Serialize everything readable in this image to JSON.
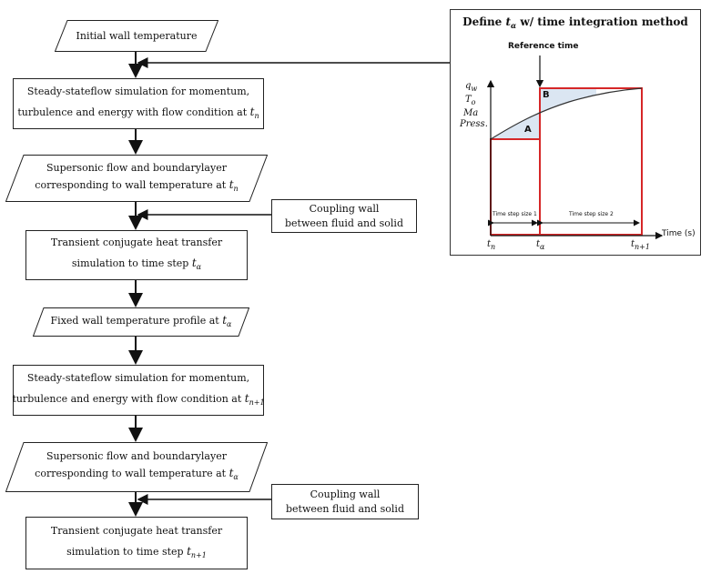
{
  "flowchart": {
    "steps": [
      {
        "lines": [
          "Initial wall temperature"
        ]
      },
      {
        "lines": [
          "Steady-stateflow simulation for momentum,",
          "turbulence and energy with flow condition at "
        ],
        "var": "t",
        "sub": "n"
      },
      {
        "lines": [
          "Supersonic flow and boundarylayer",
          "corresponding to wall temperature at "
        ],
        "var": "t",
        "sub": "n"
      },
      {
        "lines": [
          "Transient conjugate heat transfer",
          "simulation to time step "
        ],
        "var": "t",
        "sub": "α"
      },
      {
        "lines": [
          "Fixed wall temperature profile at "
        ],
        "var": "t",
        "sub": "α"
      },
      {
        "lines": [
          "Steady-stateflow simulation for momentum,",
          "turbulence and energy with flow condition at "
        ],
        "var": "t",
        "sub": "n+1"
      },
      {
        "lines": [
          "Supersonic flow and boundarylayer",
          "corresponding to wall temperature at "
        ],
        "var": "t",
        "sub": "α"
      },
      {
        "lines": [
          "Transient conjugate heat transfer",
          "simulation to time step "
        ],
        "var": "t",
        "sub": "n+1"
      }
    ],
    "coupling_1": [
      "Coupling wall",
      "between fluid and solid"
    ],
    "coupling_2": [
      "Coupling wall",
      "between fluid and solid"
    ]
  },
  "inset": {
    "title_prefix": "Define ",
    "title_var": "t",
    "title_sub": "α",
    "title_suffix": " w/ time integration method",
    "reference_label": "Reference time",
    "y_labels": [
      {
        "var": "q",
        "sub": "w"
      },
      {
        "var": "T",
        "sub": "o"
      },
      {
        "var": "Ma",
        "sub": ""
      },
      {
        "var": "Press.",
        "sub": ""
      }
    ],
    "area_a": "A",
    "area_b": "B",
    "step_size_1": "Time step size 1",
    "step_size_2": "Time step size 2",
    "x_axis_label": "Time (s)",
    "x_ticks": [
      {
        "var": "t",
        "sub": "n"
      },
      {
        "var": "t",
        "sub": "α"
      },
      {
        "var": "t",
        "sub": "n+1"
      }
    ],
    "colors": {
      "box": "#d62728",
      "area": "#dbe6f2",
      "curve": "#333333"
    }
  }
}
